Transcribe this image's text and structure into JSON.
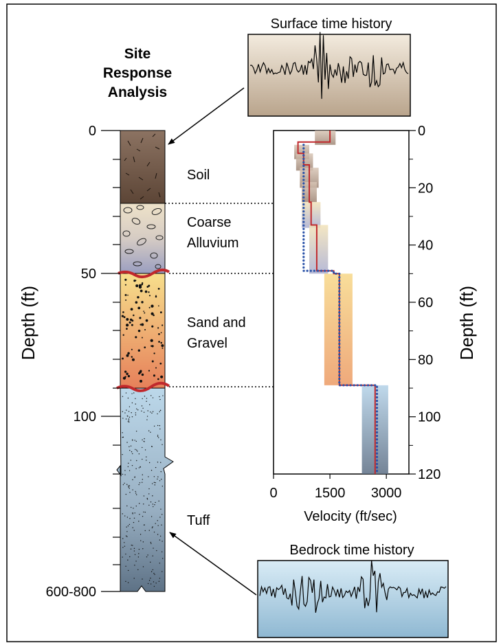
{
  "title": {
    "line1": "Site",
    "line2": "Response",
    "line3": "Analysis"
  },
  "column_axis": {
    "label": "Depth (ft)",
    "ticks": [
      "0",
      "50",
      "100",
      "600-800"
    ]
  },
  "layers": [
    {
      "name": "soil",
      "label_lines": [
        "Soil"
      ]
    },
    {
      "name": "coarse-alluvium",
      "label_lines": [
        "Coarse",
        "Alluvium"
      ]
    },
    {
      "name": "sand-and-gravel",
      "label_lines": [
        "Sand and",
        "Gravel"
      ]
    },
    {
      "name": "tuff",
      "label_lines": [
        "Tuff"
      ]
    }
  ],
  "surface_history": {
    "label": "Surface time history"
  },
  "bedrock_history": {
    "label": "Bedrock time history"
  },
  "colors": {
    "soil": "#6e5646",
    "alluvium_top": "#e6dcc4",
    "alluvium_bottom": "#9a9ebe",
    "sand_top": "#f6dc86",
    "sand_bottom": "#e8835a",
    "tuff_top": "#b8d4e6",
    "tuff_bottom": "#607890",
    "interface": "#c0282c",
    "measured_profile": "#c0282c",
    "model_profile": "#2a52a8"
  },
  "chart_data": {
    "type": "line",
    "title": "",
    "xlabel": "Velocity (ft/sec)",
    "ylabel": "Depth (ft)",
    "xlim": [
      0,
      3600
    ],
    "ylim": [
      120,
      0
    ],
    "x_ticks": [
      0,
      1500,
      3000
    ],
    "y_ticks": [
      0,
      20,
      40,
      60,
      80,
      100,
      120
    ],
    "series": [
      {
        "name": "",
        "style": "solid red stepped line",
        "points": [
          [
            1500,
            0
          ],
          [
            1500,
            4
          ],
          [
            650,
            4
          ],
          [
            650,
            8
          ],
          [
            800,
            8
          ],
          [
            800,
            12
          ],
          [
            950,
            12
          ],
          [
            950,
            25
          ],
          [
            1000,
            25
          ],
          [
            1000,
            33
          ],
          [
            1150,
            33
          ],
          [
            1150,
            49
          ],
          [
            1600,
            49
          ],
          [
            1600,
            50
          ],
          [
            1750,
            50
          ],
          [
            1750,
            89
          ],
          [
            2700,
            89
          ],
          [
            2700,
            120
          ]
        ]
      },
      {
        "name": "",
        "style": "dotted blue stepped line",
        "points": [
          [
            800,
            5
          ],
          [
            800,
            49
          ],
          [
            1600,
            49
          ],
          [
            1600,
            50
          ],
          [
            1750,
            50
          ],
          [
            1750,
            89
          ],
          [
            2750,
            89
          ],
          [
            2750,
            120
          ]
        ]
      }
    ],
    "bands": [
      {
        "x": [
          1100,
          1650
        ],
        "y": [
          0,
          5
        ],
        "layer": "soil"
      },
      {
        "x": [
          550,
          950
        ],
        "y": [
          5,
          10
        ],
        "layer": "soil"
      },
      {
        "x": [
          600,
          1050
        ],
        "y": [
          8,
          14
        ],
        "layer": "soil"
      },
      {
        "x": [
          700,
          1200
        ],
        "y": [
          13,
          20
        ],
        "layer": "soil"
      },
      {
        "x": [
          750,
          1150
        ],
        "y": [
          18,
          25
        ],
        "layer": "soil"
      },
      {
        "x": [
          750,
          1250
        ],
        "y": [
          25,
          34
        ],
        "layer": "alluvium"
      },
      {
        "x": [
          950,
          1450
        ],
        "y": [
          33,
          50
        ],
        "layer": "alluvium"
      },
      {
        "x": [
          1350,
          2100
        ],
        "y": [
          50,
          89
        ],
        "layer": "sand"
      },
      {
        "x": [
          2350,
          3050
        ],
        "y": [
          89,
          120
        ],
        "layer": "tuff"
      }
    ]
  }
}
